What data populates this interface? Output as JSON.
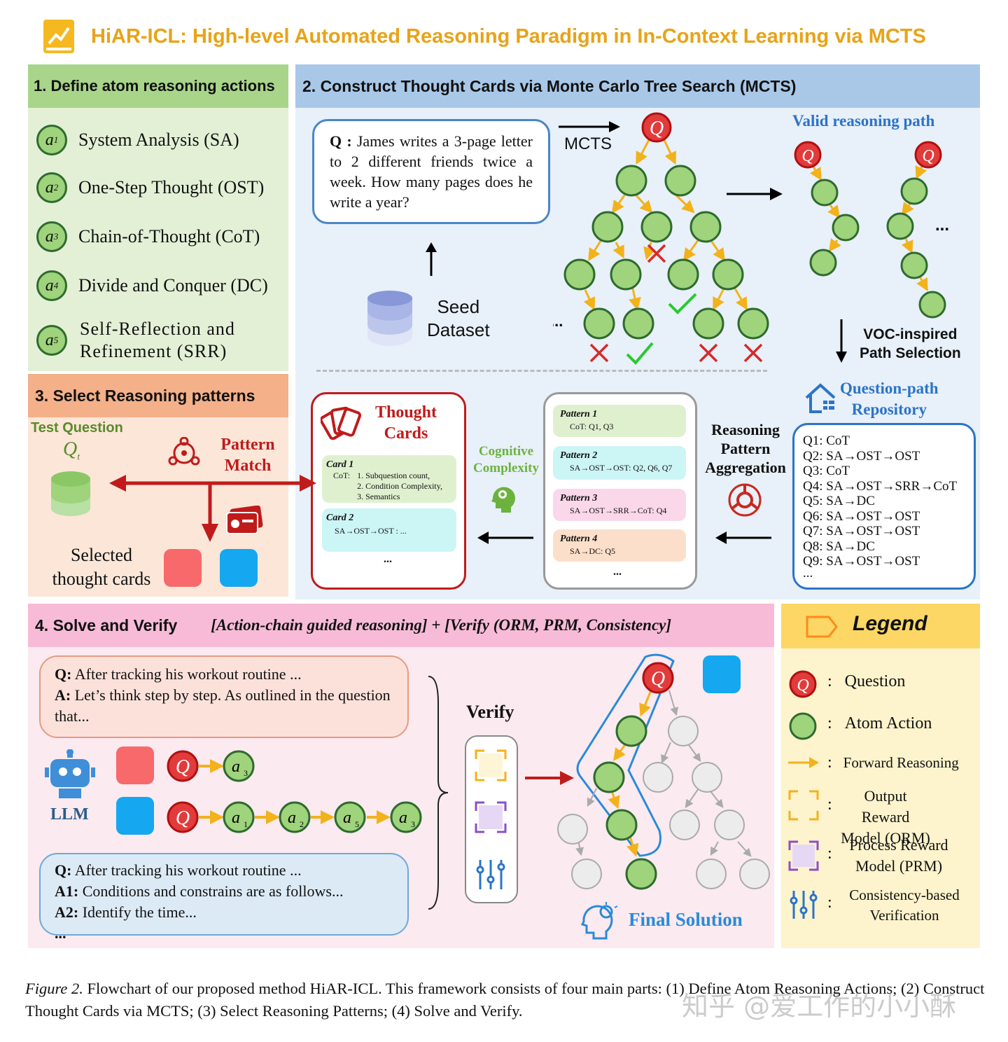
{
  "title": "HiAR-ICL: High-level Automated Reasoning Paradigm in In-Context Learning via MCTS",
  "colors": {
    "green_node": "#9fd37c",
    "red_q": "#e23b3b",
    "arrow": "#f2b21b",
    "blue_card": "#15a7ef",
    "red_card": "#f7696b"
  },
  "section1": {
    "header": "1. Define atom reasoning actions",
    "actions": [
      {
        "symbol": "a",
        "sub": "1",
        "label": "System Analysis (SA)"
      },
      {
        "symbol": "a",
        "sub": "2",
        "label": "One-Step Thought (OST)"
      },
      {
        "symbol": "a",
        "sub": "3",
        "label": "Chain-of-Thought (CoT)"
      },
      {
        "symbol": "a",
        "sub": "4",
        "label": "Divide and Conquer (DC)"
      },
      {
        "symbol": "a",
        "sub": "5",
        "label_line1": "Self-Reflection and",
        "label_line2": "Refinement (SRR)"
      }
    ]
  },
  "section2": {
    "header": "2. Construct Thought Cards via Monte Carlo Tree Search (MCTS)",
    "question": "Q : James writes a 3-page letter to 2 different friends twice a week. How many pages does he write a year?",
    "q_prefix": "Q :",
    "q_text": "James writes a 3-page letter to 2 different friends twice a week. How many pages does he write a year?",
    "mcts_label": "MCTS",
    "seed_line1": "Seed",
    "seed_line2": "Dataset",
    "valid_path": "Valid reasoning path",
    "voc_line1": "VOC-inspired",
    "voc_line2": "Path Selection",
    "repo_line1": "Question-path",
    "repo_line2": "Repository",
    "repo_items": [
      "Q1: CoT",
      "Q2: SA→OST→OST",
      "Q3: CoT",
      "Q4: SA→OST→SRR→CoT",
      "Q5: SA→DC",
      "Q6: SA→OST→OST",
      "Q7: SA→OST→OST",
      "Q8: SA→DC",
      "Q9: SA→OST→OST",
      "..."
    ],
    "aggregation_lines": [
      "Reasoning",
      "Pattern",
      "Aggregation"
    ],
    "patterns": [
      {
        "name": "Pattern 1",
        "text": "CoT: Q1, Q3"
      },
      {
        "name": "Pattern 2",
        "text": "SA→OST→OST: Q2, Q6, Q7"
      },
      {
        "name": "Pattern 3",
        "text": "SA→OST→SRR→CoT: Q4"
      },
      {
        "name": "Pattern 4",
        "text": "SA→DC: Q5"
      }
    ],
    "complexity_line1": "Cognitive",
    "complexity_line2": "Complexity",
    "thought_cards_line1": "Thought",
    "thought_cards_line2": "Cards",
    "card1_name": "Card 1",
    "card1_prefix": "CoT:",
    "card1_items": [
      "1. Subquestion count,",
      "2. Condition Complexity,",
      "3. Semantics"
    ],
    "card2_name": "Card 2",
    "card2_text": "SA→OST→OST : ...",
    "ellipsis": "..."
  },
  "section3": {
    "header": "3. Select Reasoning patterns",
    "test_question": "Test Question",
    "qt": "Q",
    "qt_sub": "t",
    "pattern_match_line1": "Pattern",
    "pattern_match_line2": "Match",
    "selected_line1": "Selected",
    "selected_line2": "thought cards"
  },
  "section4": {
    "header": "4. Solve and Verify",
    "subtitle": "[Action-chain guided reasoning] + [Verify (ORM, PRM, Consistency]",
    "box1_q_label": "Q:",
    "box1_q": "After tracking his workout routine ...",
    "box1_a_label": "A:",
    "box1_a": "Let’s think step by step. As outlined in the question that...",
    "box2_q_label": "Q:",
    "box2_q": "After tracking his workout routine ...",
    "box2_a1_label": "A1:",
    "box2_a1": "Conditions and constrains are as follows...",
    "box2_a2_label": "A2:",
    "box2_a2": "Identify the time...",
    "box2_more": "...",
    "llm": "LLM",
    "verify": "Verify",
    "final_solution": "Final Solution"
  },
  "legend": {
    "title": "Legend",
    "items": [
      {
        "icon": "question-node",
        "label": "Question"
      },
      {
        "icon": "atom-node",
        "label": "Atom Action"
      },
      {
        "icon": "yellow-arrow",
        "label": "Forward Reasoning"
      },
      {
        "icon": "orm-box",
        "label_line1": "Output Reward",
        "label_line2": "Model (ORM)"
      },
      {
        "icon": "prm-box",
        "label_line1": "Process Reward",
        "label_line2": "Model (PRM)"
      },
      {
        "icon": "sliders",
        "label_line1": "Consistency-based",
        "label_line2": "Verification"
      }
    ],
    "colon": ":"
  },
  "caption": {
    "fig_label": "Figure 2.",
    "text": "Flowchart of our proposed method HiAR-ICL. This framework consists of four main parts: (1) Define Atom Reasoning Actions; (2) Construct Thought Cards via MCTS; (3) Select Reasoning Patterns; (4) Solve and Verify.",
    "watermark": "知乎 @爱工作的小小酥"
  }
}
